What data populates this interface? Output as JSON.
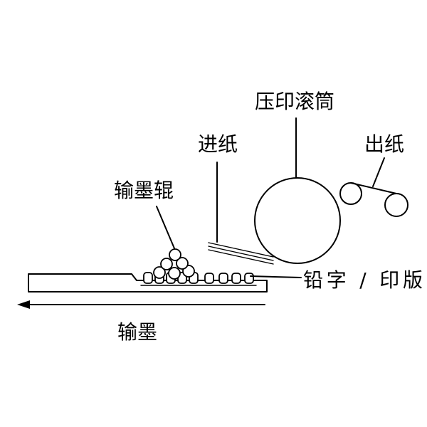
{
  "labels": {
    "impression_cylinder": "压印滚筒",
    "paper_in": "进纸",
    "paper_out": "出纸",
    "ink_rollers": "输墨辊",
    "type_plate": "铅字 / 印版",
    "ink_feed": "输墨"
  },
  "colors": {
    "line": "#000000",
    "background": "#ffffff"
  }
}
